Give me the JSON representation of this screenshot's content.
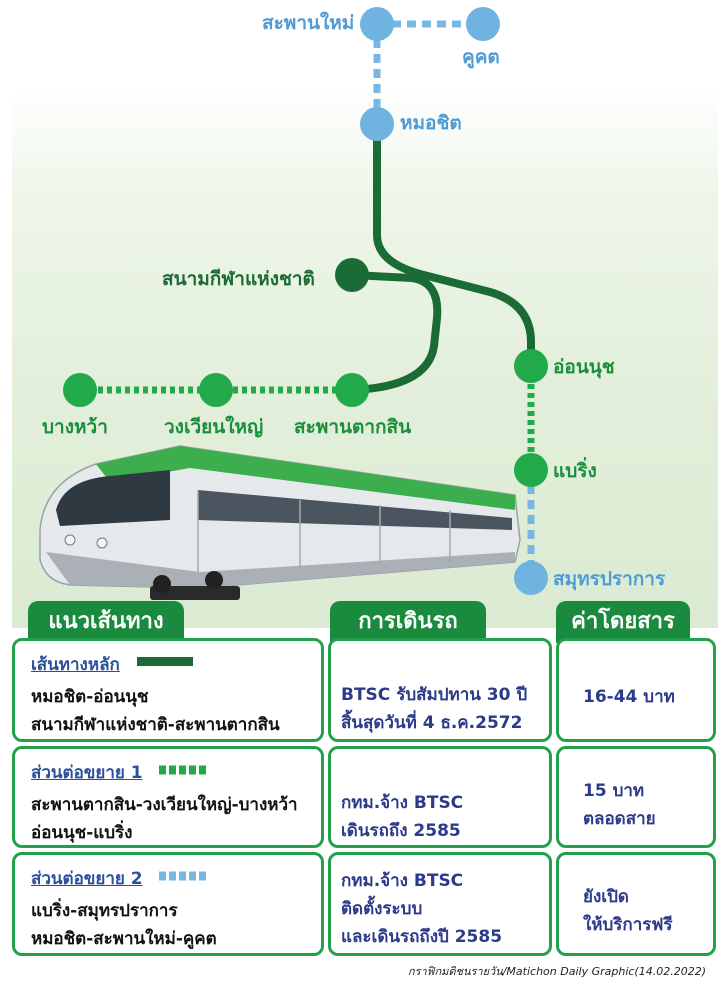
{
  "stations": {
    "saphan_mai": "สะพานใหม่",
    "khu_khot": "คูคต",
    "mo_chit": "หมอชิต",
    "national_stadium": "สนามกีฬาแห่งชาติ",
    "bang_wa": "บางหว้า",
    "wongwian_yai": "วงเวียนใหญ่",
    "saphan_taksin": "สะพานตากสิน",
    "on_nut": "อ่อนนุช",
    "bearing": "แบริ่ง",
    "samut_prakan": "สมุทรปราการ"
  },
  "columns": {
    "route": "แนวเส้นทาง",
    "operation": "การเดินรถ",
    "fare": "ค่าโดยสาร"
  },
  "rows": [
    {
      "segment": "เส้นทางหลัก",
      "routes": [
        "หมอชิต-อ่อนนุช",
        "สนามกีฬาแห่งชาติ-สะพานตากสิน"
      ],
      "operation": [
        "BTSC รับสัมปทาน 30 ปี",
        "สิ้นสุดวันที่ 4 ธ.ค.2572"
      ],
      "fare": [
        "16-44 บาท"
      ]
    },
    {
      "segment": "ส่วนต่อขยาย 1",
      "routes": [
        "สะพานตากสิน-วงเวียนใหญ่-บางหว้า",
        "อ่อนนุช-แบริ่ง"
      ],
      "operation": [
        "กทม.จ้าง BTSC",
        "เดินรถถึง 2585"
      ],
      "fare": [
        "15 บาท",
        "ตลอดสาย"
      ]
    },
    {
      "segment": "ส่วนต่อขยาย 2",
      "routes": [
        "แบริ่ง-สมุทรปราการ",
        "หมอชิต-สะพานใหม่-คูคต"
      ],
      "operation": [
        "กทม.จ้าง BTSC",
        "ติดตั้งระบบ",
        "และเดินรถถึงปี 2585"
      ],
      "fare": [
        "ยังเปิด",
        "ให้บริการฟรี"
      ]
    }
  ],
  "credit": "กราฟิกมติชนรายวัน/Matichon Daily Graphic(14.02.2022)",
  "colors": {
    "main_line": "#1b6b35",
    "ext1": "#22a94a",
    "ext2": "#6fb3e0",
    "header": "#1a8a3e"
  }
}
